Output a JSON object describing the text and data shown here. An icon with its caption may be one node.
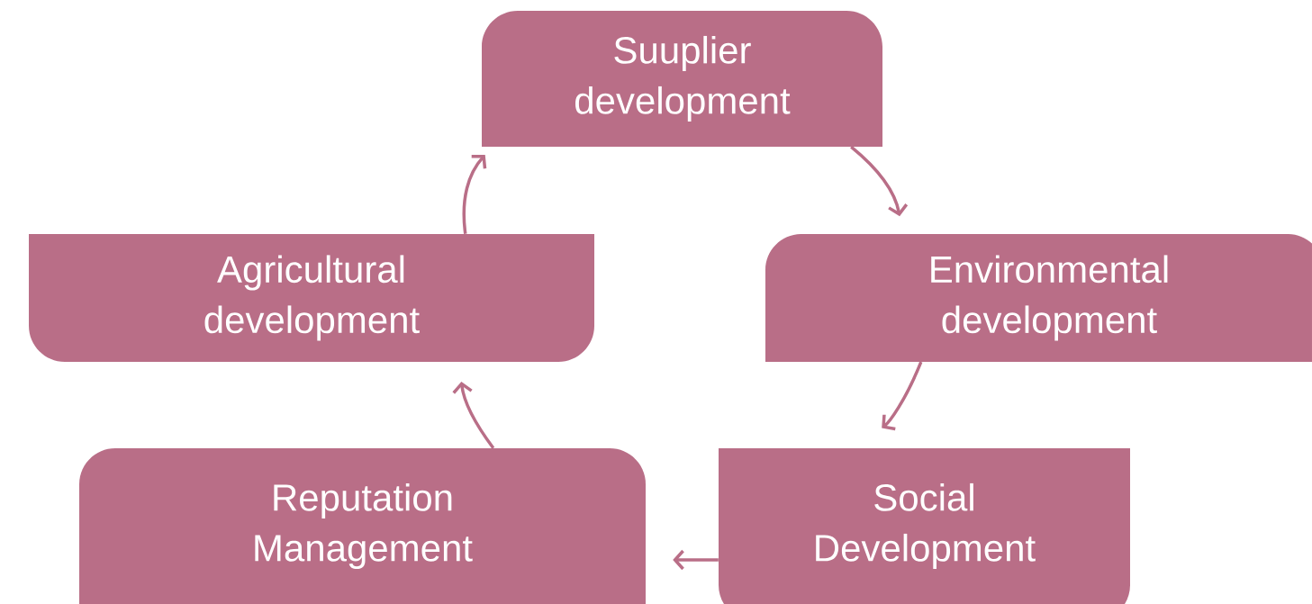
{
  "diagram": {
    "nodes": [
      {
        "text": [
          "Suuplier development"
        ]
      },
      {
        "text": [
          "Environmental development"
        ]
      },
      {
        "text": [
          "Social Development"
        ]
      },
      {
        "text": [
          "Reputation Management"
        ]
      },
      {
        "text": [
          "Agricultural development"
        ]
      }
    ],
    "edges": [
      {
        "from": 0,
        "to": 1,
        "arrow": "to"
      },
      {
        "from": 1,
        "to": 2,
        "arrow": "to"
      },
      {
        "from": 2,
        "to": 3,
        "arrow": "to"
      },
      {
        "from": 3,
        "to": 4,
        "arrow": "to"
      },
      {
        "from": 4,
        "to": 0,
        "arrow": "to"
      }
    ]
  }
}
